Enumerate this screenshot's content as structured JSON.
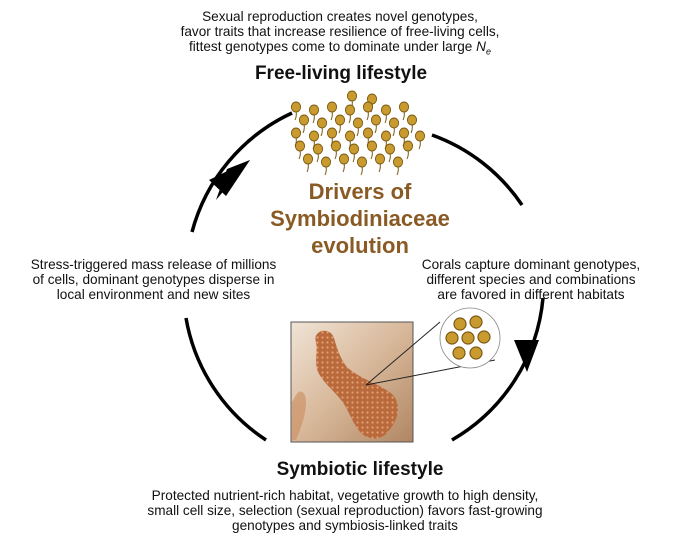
{
  "top": {
    "lines": [
      "Sexual reproduction creates novel genotypes,",
      "favor traits that increase resilience of free-living cells,",
      "fittest genotypes come to dominate under large"
    ],
    "ne_symbol": "N",
    "ne_subscript": "e"
  },
  "free_living": {
    "heading": "Free-living lifestyle"
  },
  "center": {
    "line1": "Drivers of",
    "line2": "Symbiodiniaceae",
    "line3": "evolution"
  },
  "left": {
    "lines": [
      "Stress-triggered mass release of millions",
      "of cells, dominant genotypes disperse in",
      "local environment and new sites"
    ]
  },
  "right": {
    "lines": [
      "Corals capture dominant genotypes,",
      "different species and combinations",
      "are favored in different habitats"
    ]
  },
  "symbiotic": {
    "heading": "Symbiotic lifestyle",
    "lines": [
      "Protected nutrient-rich habitat, vegetative growth to high density,",
      "small cell size, selection (sexual reproduction) favors fast-growing",
      "genotypes and symbiosis-linked traits"
    ]
  },
  "colors": {
    "cycle": "#000000",
    "center_title": "#8a5a24",
    "cell_fill": "#c99a2e",
    "cell_dark": "#7a5a14",
    "coral": "#b5673a"
  },
  "icons": [
    "free-living-cells-icon",
    "coral-photo",
    "symbiont-cells-icon",
    "cycle-arrow-icon"
  ]
}
